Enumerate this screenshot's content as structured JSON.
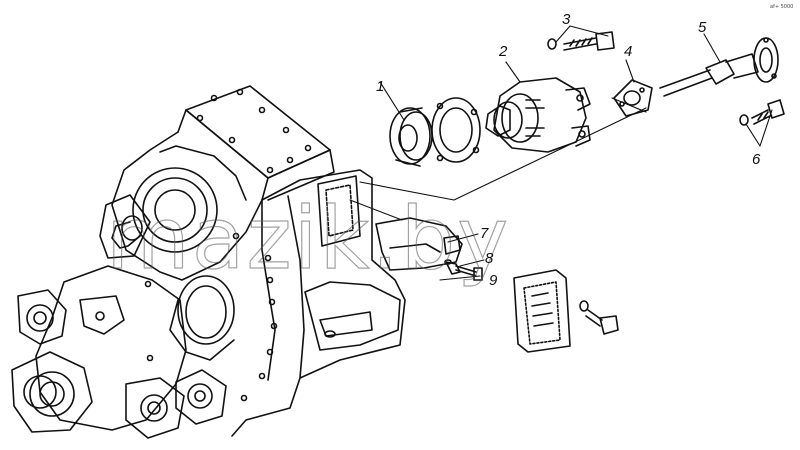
{
  "callouts": {
    "c1": "1",
    "c2": "2",
    "c3": "3",
    "c4": "4",
    "c5": "5",
    "c6": "6",
    "c7": "7",
    "c8": "8",
    "c9": "9"
  },
  "watermark": "mazik.by",
  "corner_mark": "af+ 5000"
}
